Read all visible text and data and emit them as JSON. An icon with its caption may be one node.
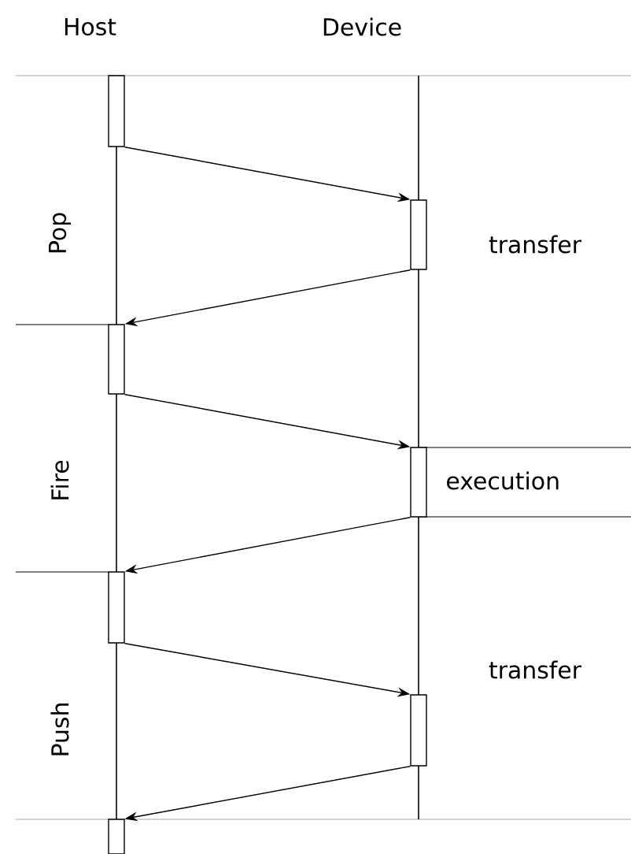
{
  "diagram": {
    "nodes": [
      {
        "text": [],
        "shape": "bar"
      },
      {
        "text": [],
        "shape": "bar"
      },
      {
        "text": [],
        "shape": "bar"
      },
      {
        "text": [],
        "shape": "bar"
      },
      {
        "text": [],
        "shape": "bar"
      },
      {
        "text": [],
        "shape": "bar"
      },
      {
        "text": [],
        "shape": "bar"
      }
    ],
    "edges": [
      {
        "from": 0,
        "to": 1,
        "arrow": "to"
      },
      {
        "from": 1,
        "to": 2,
        "arrow": "to"
      },
      {
        "from": 2,
        "to": 3,
        "arrow": "to"
      },
      {
        "from": 3,
        "to": 4,
        "arrow": "to"
      },
      {
        "from": 4,
        "to": 5,
        "arrow": "to"
      },
      {
        "from": 5,
        "to": 6,
        "arrow": "to"
      }
    ],
    "labels": [
      "Host",
      "Device",
      "Pop",
      "transfer",
      "Fire",
      "execution",
      "Push",
      "transfer"
    ]
  }
}
